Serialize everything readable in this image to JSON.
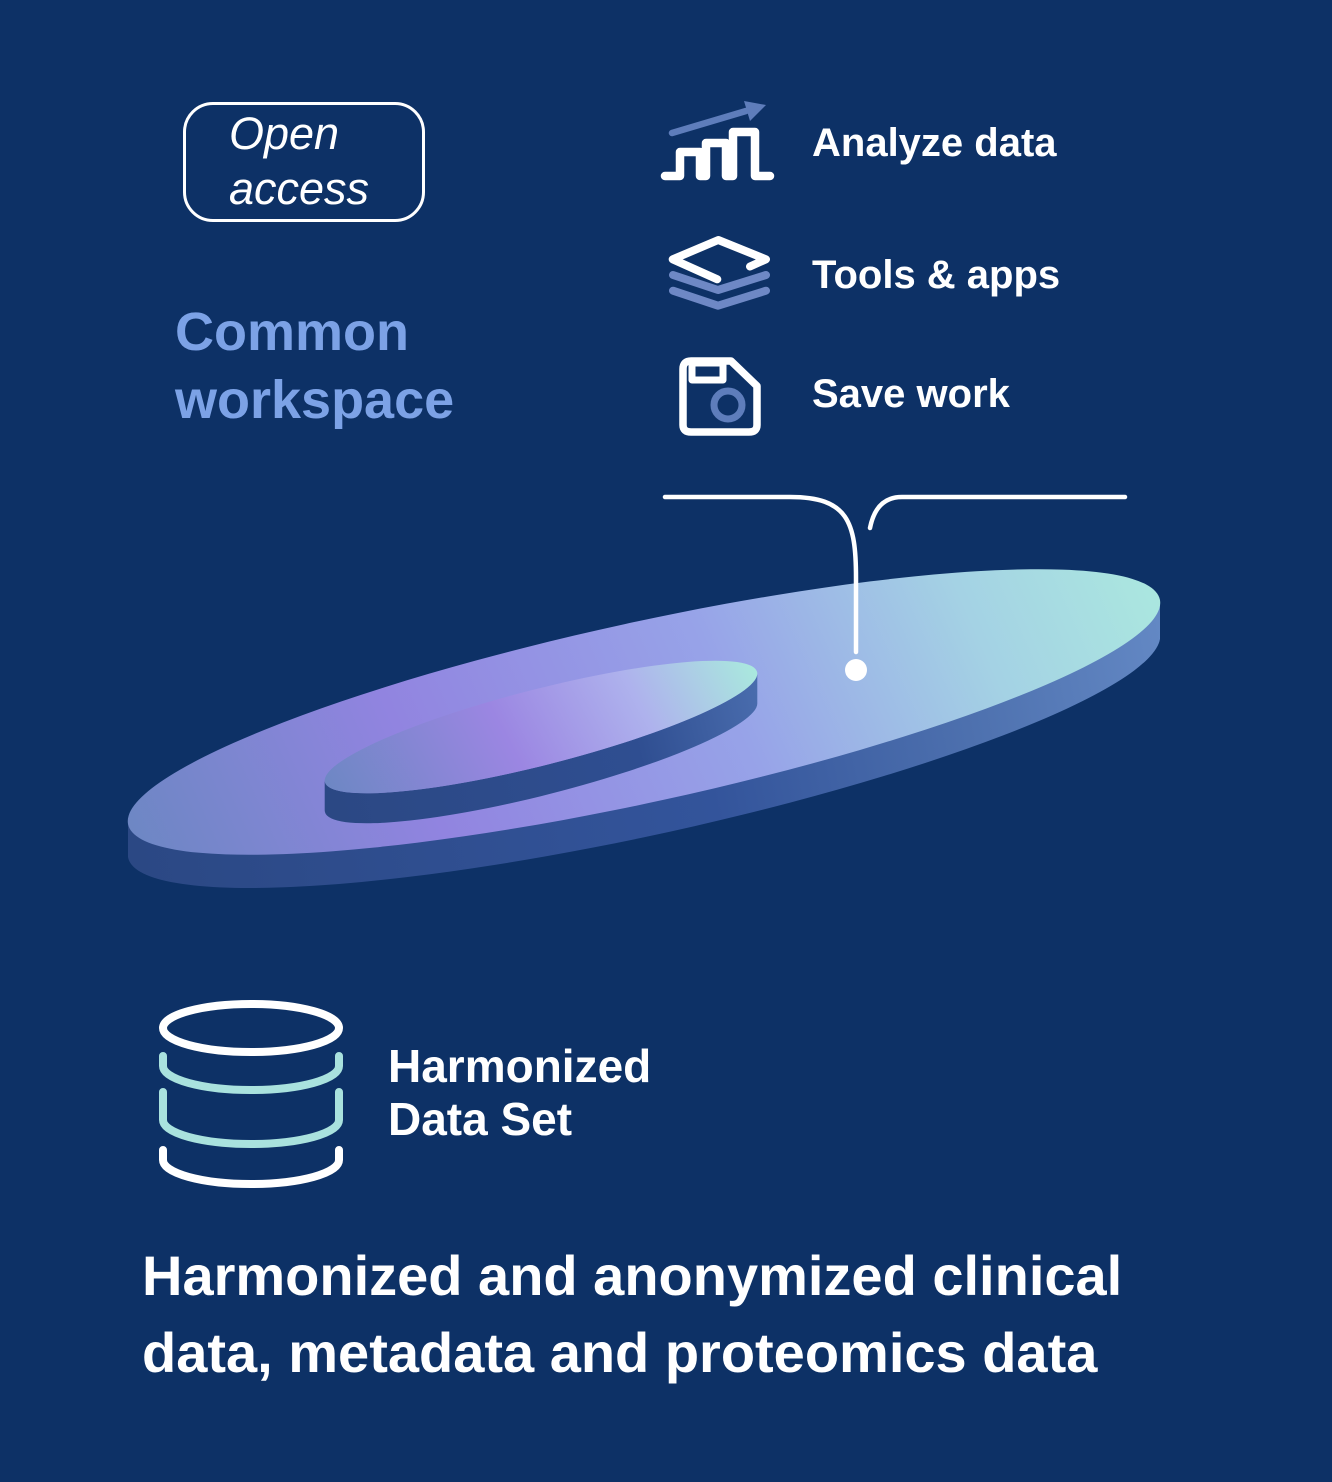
{
  "colors": {
    "background": "#0D3166",
    "heading_blue": "#7CA2E6",
    "icon_accent_blue": "#5E7DBB",
    "layers_blue": "#6E88C5",
    "teal": "#A9E2DE",
    "disk_steel_blue": "#6C87C3",
    "disk_purple": "#9184E0",
    "disk_periwinkle": "#97A3E8",
    "disk_mint": "#ABE8DF",
    "disk_side_dark": "#2B4884",
    "disk_side_light": "#6388C4",
    "white": "#FFFFFF"
  },
  "badge": {
    "label": "Open\naccess"
  },
  "workspace": {
    "title": "Common\nworkspace"
  },
  "features": [
    {
      "icon": "bar-chart-trend-icon",
      "label": "Analyze data"
    },
    {
      "icon": "layers-icon",
      "label": "Tools & apps"
    },
    {
      "icon": "floppy-disk-icon",
      "label": "Save work"
    }
  ],
  "dataset": {
    "icon": "database-icon",
    "label": "Harmonized\nData Set"
  },
  "caption": {
    "text": "Harmonized and anonymized clinical\ndata, metadata and proteomics data"
  }
}
